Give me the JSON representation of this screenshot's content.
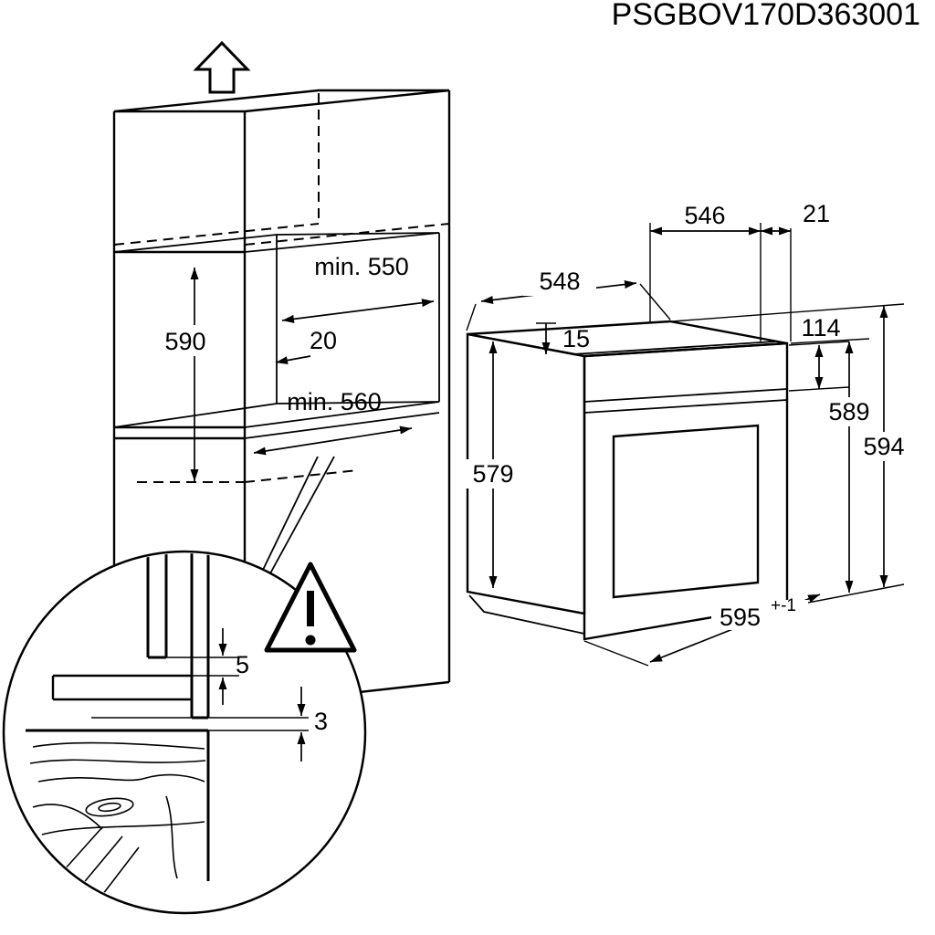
{
  "title": {
    "part_number": "PSGBOV170D363001"
  },
  "colors": {
    "line": "#000000",
    "background": "#ffffff"
  },
  "icons": {
    "up_arrow": "hollow-arrow-up",
    "warning_triangle": "exclamation-triangle"
  },
  "cabinet": {
    "dims": {
      "niche_width": "min. 550",
      "niche_height": "590",
      "rear_gap": "20",
      "niche_depth": "min. 560"
    }
  },
  "oven": {
    "dims": {
      "top_depth": "548",
      "body_depth": "546",
      "front_overhang": "21",
      "top_clearance": "15",
      "panel_height": "114",
      "front_height": "589",
      "total_height": "594",
      "body_height": "579",
      "front_width": "595",
      "front_width_tolerance": "+-1"
    }
  },
  "detail": {
    "dims": {
      "panel_gap": "5",
      "vent_gap": "3"
    }
  }
}
